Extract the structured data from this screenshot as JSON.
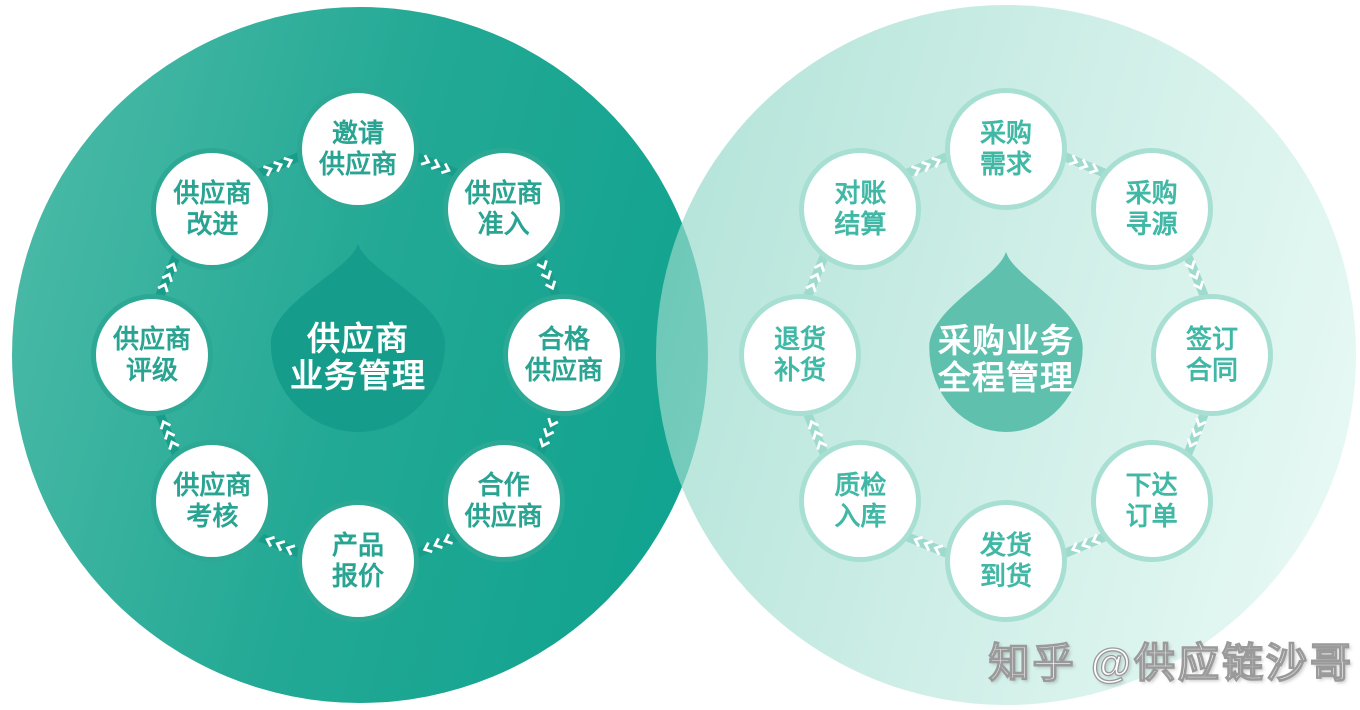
{
  "watermark": {
    "text": "知乎 @供应链沙哥"
  },
  "colors": {
    "left_circle_start": "#4FBCA9",
    "left_circle_end": "#0DA28E",
    "left_node_border": "#2CA895",
    "left_node_text": "#2AA492",
    "left_connector": "#199D8B",
    "left_drop": "#169C8A",
    "right_circle_start": "rgba(140,213,197,0.68)",
    "right_circle_end": "rgba(231,249,244,0.82)",
    "right_node_border": "#A8DFD3",
    "right_node_text": "#40B8A5",
    "right_connector": "#9EDACD",
    "right_drop": "#5FC1AD",
    "chevron": "#FFFFFF",
    "watermark_fill": "#FFFFFF",
    "watermark_outline": "#9A9A9A"
  },
  "diagrams": [
    {
      "id": "supplier",
      "flow": "clockwise",
      "center": {
        "lines": [
          "供应商",
          "业务管理"
        ]
      },
      "nodes": [
        {
          "lines": [
            "邀请",
            "供应商"
          ]
        },
        {
          "lines": [
            "供应商",
            "准入"
          ]
        },
        {
          "lines": [
            "合格",
            "供应商"
          ]
        },
        {
          "lines": [
            "合作",
            "供应商"
          ]
        },
        {
          "lines": [
            "产品",
            "报价"
          ]
        },
        {
          "lines": [
            "供应商",
            "考核"
          ]
        },
        {
          "lines": [
            "供应商",
            "评级"
          ]
        },
        {
          "lines": [
            "供应商",
            "改进"
          ]
        }
      ]
    },
    {
      "id": "procurement",
      "flow": "clockwise",
      "center": {
        "lines": [
          "采购业务",
          "全程管理"
        ]
      },
      "nodes": [
        {
          "lines": [
            "采购",
            "需求"
          ]
        },
        {
          "lines": [
            "采购",
            "寻源"
          ]
        },
        {
          "lines": [
            "签订",
            "合同"
          ]
        },
        {
          "lines": [
            "下达",
            "订单"
          ]
        },
        {
          "lines": [
            "发货",
            "到货"
          ]
        },
        {
          "lines": [
            "质检",
            "入库"
          ]
        },
        {
          "lines": [
            "退货",
            "补货"
          ]
        },
        {
          "lines": [
            "对账",
            "结算"
          ]
        }
      ]
    }
  ]
}
